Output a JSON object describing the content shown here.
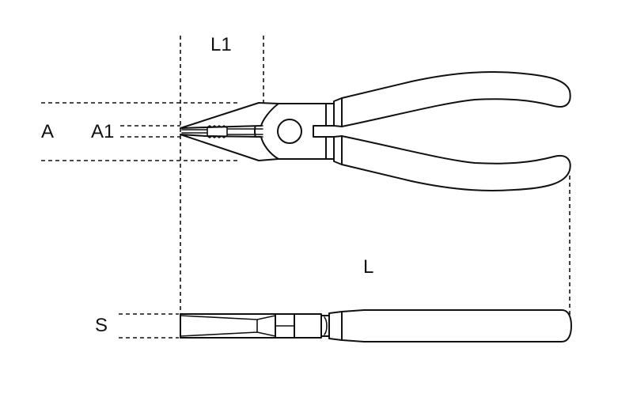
{
  "diagram": {
    "subject": "Combination pliers technical dimension drawing",
    "views": [
      "top view (open jaws)",
      "side view (thickness)"
    ],
    "dimension_labels": {
      "L1": "L1",
      "A": "A",
      "A1": "A1",
      "L": "L",
      "S": "S"
    },
    "colors": {
      "line": "#111111",
      "background": "#ffffff"
    }
  }
}
